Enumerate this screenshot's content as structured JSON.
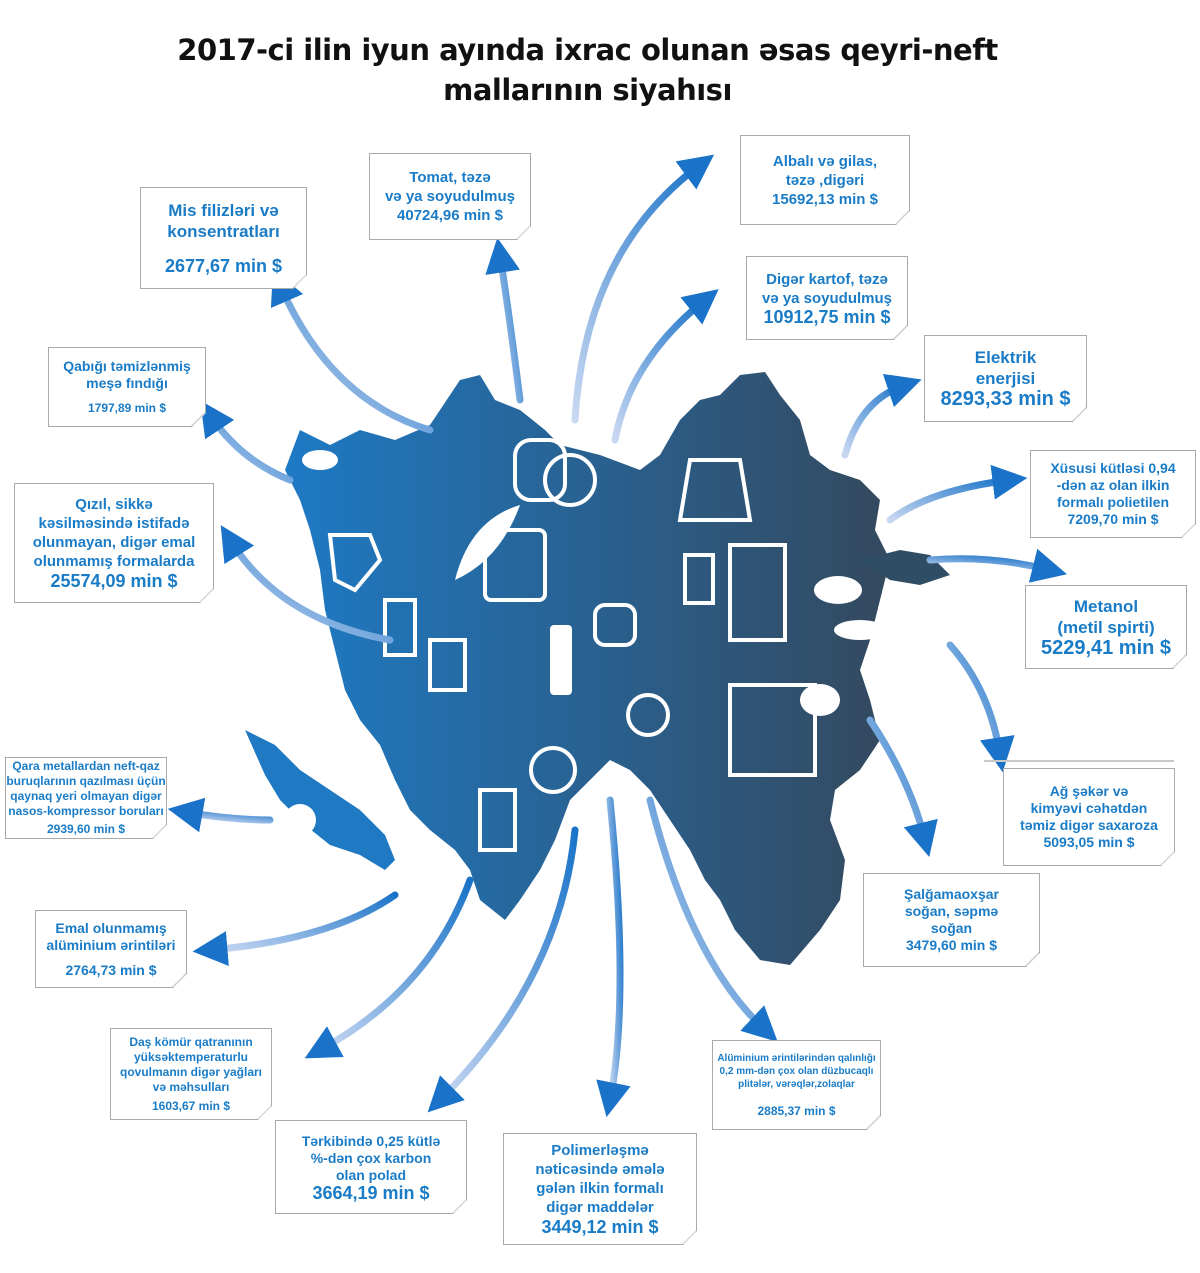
{
  "title": {
    "line1": "2017-ci ilin iyun ayında ixrac olunan əsas qeyri-neft",
    "line2": "mallarının siyahısı"
  },
  "colors": {
    "accent_text": "#1a7cc7",
    "arrow": "#1f7fcf",
    "map_left": "#1e78c0",
    "map_right": "#2f4e66",
    "box_border": "#a9a9a9"
  },
  "unit": "min $",
  "items": [
    {
      "id": "mis",
      "label": "Mis filizləri və\nkonsentratları",
      "value": "2677,67 min $"
    },
    {
      "id": "tomat",
      "label": "Tomat, təzə\nvə ya soyudulmuş",
      "value": "40724,96 min $"
    },
    {
      "id": "albali",
      "label": "Albalı və gilas,\ntəzə ,digəri",
      "value": "15692,13 min $"
    },
    {
      "id": "kartof",
      "label": "Digər kartof, təzə\nvə ya soyudulmuş",
      "value": "10912,75 min $"
    },
    {
      "id": "elektrik",
      "label": "Elektrik\nenerjisi",
      "value": "8293,33 min $"
    },
    {
      "id": "polietilen",
      "label": "Xüsusi kütləsi 0,94\n-dən az olan ilkin\nformalı polietilen",
      "value": "7209,70 min $"
    },
    {
      "id": "metanol",
      "label": "Metanol\n(metil spirti)",
      "value": "5229,41 min $"
    },
    {
      "id": "seker",
      "label": "Ağ şəkər və\nkimyəvi cəhətdən\ntəmiz digər saxaroza",
      "value": "5093,05 min $"
    },
    {
      "id": "sogan",
      "label": "Şalğamaoxşar\nsoğan, səpmə\nsoğan",
      "value": "3479,60 min $"
    },
    {
      "id": "aluminium_plite",
      "label": "Alüminium ərintilərindən qalınlığı\n0,2 mm-dən çox olan düzbucaqlı\nplitələr, vərəqlər,zolaqlar",
      "value": "2885,37 min $"
    },
    {
      "id": "polimer",
      "label": "Polimerləşmə\nnəticəsində əmələ\ngələn ilkin formalı\ndigər maddələr",
      "value": "3449,12 min $"
    },
    {
      "id": "polad",
      "label": "Tərkibində 0,25 kütlə\n%-dən çox karbon\nolan polad",
      "value": "3664,19 min $"
    },
    {
      "id": "das_komur",
      "label": "Daş kömür qatranının\nyüksəktemperaturlu\nqovulmanın digər yağları\nvə məhsulları",
      "value": "1603,67 min $"
    },
    {
      "id": "aluminium_erinti",
      "label": "Emal olunmamış\nalüminium ərintiləri",
      "value": "2764,73 min $"
    },
    {
      "id": "boru",
      "label": "Qara metallardan neft-qaz\nburuqlarının qazılması üçün\nqaynaq yeri olmayan digər\nnasos-kompressor boruları",
      "value": "2939,60 min $"
    },
    {
      "id": "qizil",
      "label": "Qızıl, sikkə\nkəsilməsində istifadə\nolunmayan, digər emal\nolunmamış formalarda",
      "value": "25574,09 min $"
    },
    {
      "id": "findiq",
      "label": "Qabığı təmizlənmiş\nmeşə fındığı",
      "value": "1797,89 min $"
    }
  ],
  "map_icons": [
    "leaf-icon",
    "bottle-icon",
    "bread-icon",
    "dress-icon",
    "shower-icon",
    "bed-icon",
    "baby-onesie-icon",
    "milk-carton-icon",
    "paint-bucket-icon",
    "coffee-pot-icon",
    "roast-chicken-icon",
    "pasta-plate-icon",
    "plant-pot-icon",
    "office-chair-icon",
    "pomegranate-icon",
    "watermelon-icon",
    "nuts-bowl-icon",
    "bookshelf-icon",
    "hen-icon",
    "paint-roller-icon",
    "hazelnut-icon",
    "bird-icon"
  ]
}
